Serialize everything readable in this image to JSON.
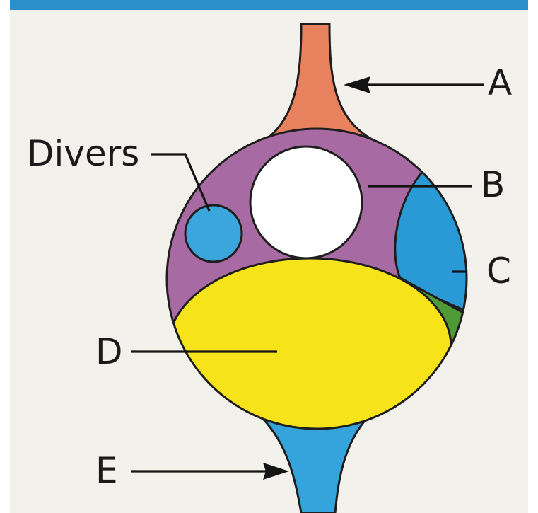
{
  "labels": {
    "divers": "Divers",
    "a": "A",
    "b": "B",
    "c": "C",
    "d": "D",
    "e": "E"
  },
  "colors": {
    "top_stem": "#e8825e",
    "purple_region": "#a86aa2",
    "white_circle": "#ffffff",
    "blue_region": "#2a9ad6",
    "green_region": "#4d9a37",
    "yellow_region": "#f6e31a",
    "divers_circle": "#3aa6dc",
    "bottom_stem": "#35a4dc",
    "frame_line": "#2b8fc9",
    "paper": "#f3f1ec"
  }
}
